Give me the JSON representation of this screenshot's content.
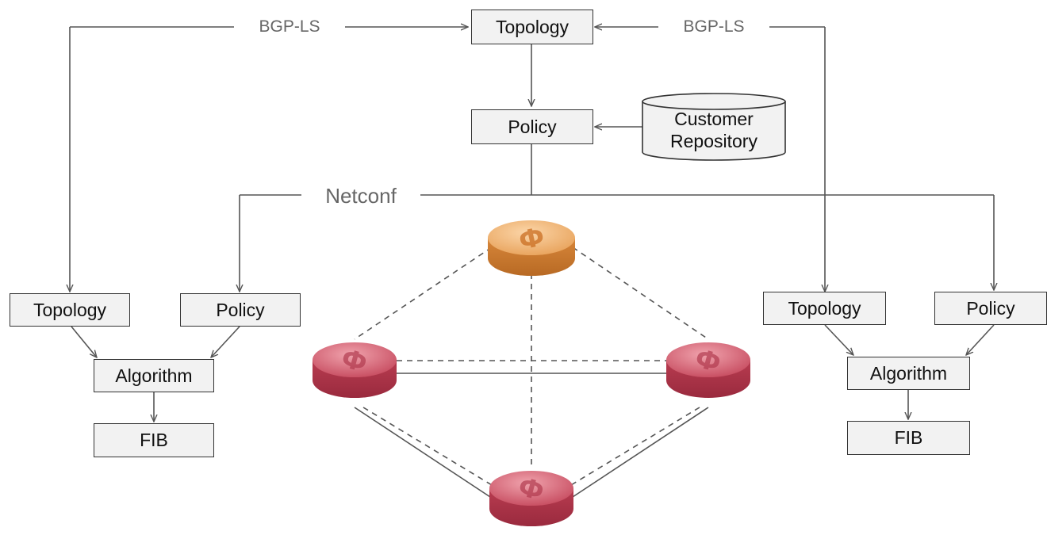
{
  "labels": {
    "bgp_ls_left": "BGP-LS",
    "bgp_ls_right": "BGP-LS",
    "netconf": "Netconf"
  },
  "central": {
    "topology": "Topology",
    "policy": "Policy",
    "repository_line1": "Customer",
    "repository_line2": "Repository"
  },
  "left_node": {
    "topology": "Topology",
    "policy": "Policy",
    "algorithm": "Algorithm",
    "fib": "FIB"
  },
  "right_node": {
    "topology": "Topology",
    "policy": "Policy",
    "algorithm": "Algorithm",
    "fib": "FIB"
  },
  "colors": {
    "controller_router": "#e8a25a",
    "router": "#c64a5e",
    "box_fill": "#f2f2f2",
    "line": "#555555",
    "label_text": "#666666"
  },
  "icons": [
    "controller-router-icon",
    "router-icon"
  ]
}
